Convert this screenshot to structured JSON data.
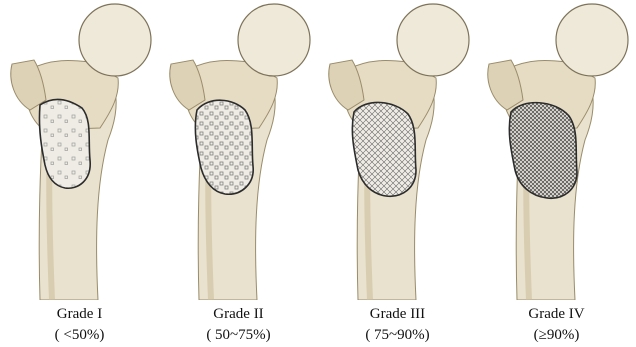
{
  "panels": [
    {
      "grade": "Grade I",
      "range": "( <50%)",
      "density": 0.45
    },
    {
      "grade": "Grade II",
      "range": "( 50~75%)",
      "density": 0.62
    },
    {
      "grade": "Grade III",
      "range": "( 75~90%)",
      "density": 0.82
    },
    {
      "grade": "Grade IV",
      "range": "(≥90%)",
      "density": 0.95
    }
  ],
  "colors": {
    "bone": "#e9e2cf",
    "bone_shadow": "#cdbf9c",
    "outline": "#2b2b2b",
    "lesion_fill": "#efece6",
    "pattern": "#3a3a3a"
  }
}
